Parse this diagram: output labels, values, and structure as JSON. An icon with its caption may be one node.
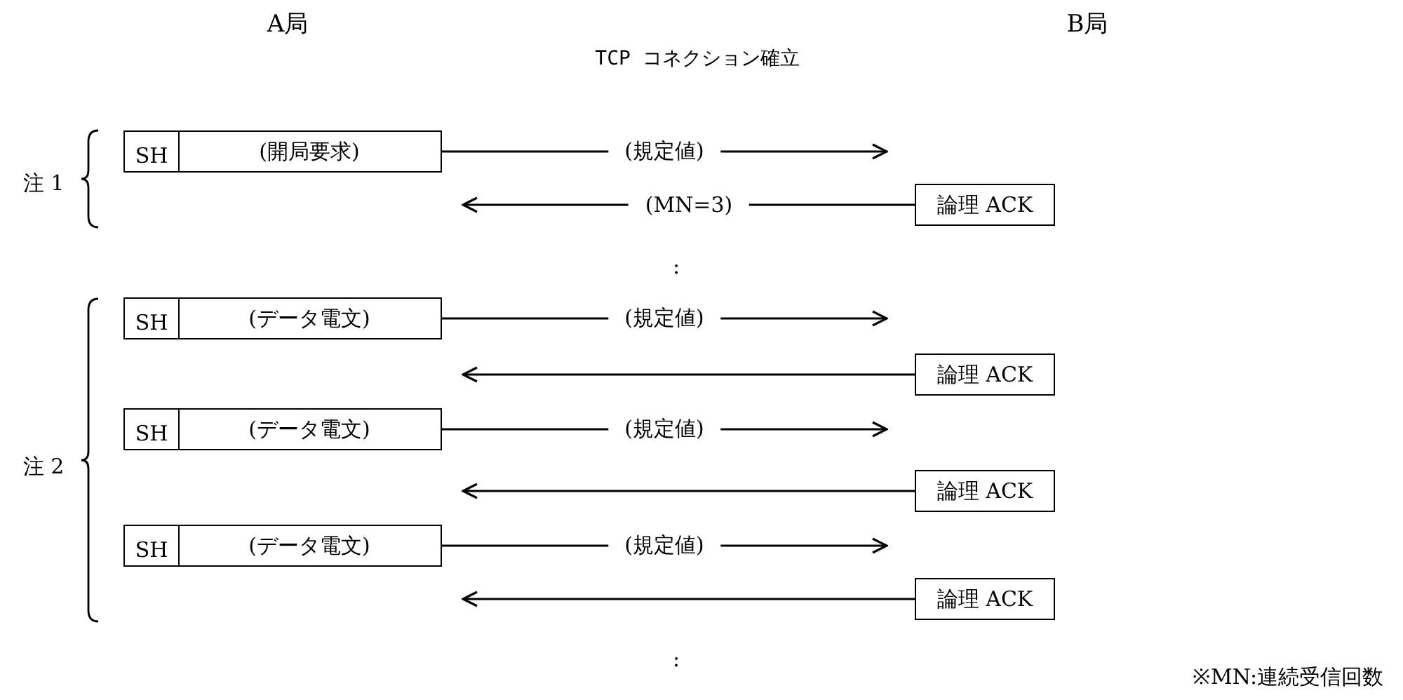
{
  "diagram": {
    "title": "TCP コネクション確立",
    "nodes": [
      {
        "text": [
          "SH",
          "(開局要求)"
        ]
      },
      {
        "text": [
          "論理 ACK"
        ]
      },
      {
        "text": [
          "SH",
          "(データ電文)"
        ]
      },
      {
        "text": [
          "論理 ACK"
        ]
      },
      {
        "text": [
          "SH",
          "(データ電文)"
        ]
      },
      {
        "text": [
          "論理 ACK"
        ]
      },
      {
        "text": [
          "SH",
          "(データ電文)"
        ]
      },
      {
        "text": [
          "論理 ACK"
        ]
      }
    ],
    "edges": [
      {
        "from": 0,
        "to": null,
        "arrow": "to",
        "label": "(規定値)"
      },
      {
        "from": 1,
        "to": null,
        "arrow": "to",
        "label": "(MN=3)"
      },
      {
        "from": 2,
        "to": null,
        "arrow": "to",
        "label": "(規定値)"
      },
      {
        "from": 3,
        "to": null,
        "arrow": "to"
      },
      {
        "from": 4,
        "to": null,
        "arrow": "to",
        "label": "(規定値)"
      },
      {
        "from": 5,
        "to": null,
        "arrow": "to"
      },
      {
        "from": 6,
        "to": null,
        "arrow": "to",
        "label": "(規定値)"
      },
      {
        "from": 7,
        "to": null,
        "arrow": "to"
      }
    ],
    "labels": [
      "A局",
      "B局",
      "注 1",
      ":",
      "注 2",
      ":",
      "※MN:連続受信回数"
    ]
  }
}
